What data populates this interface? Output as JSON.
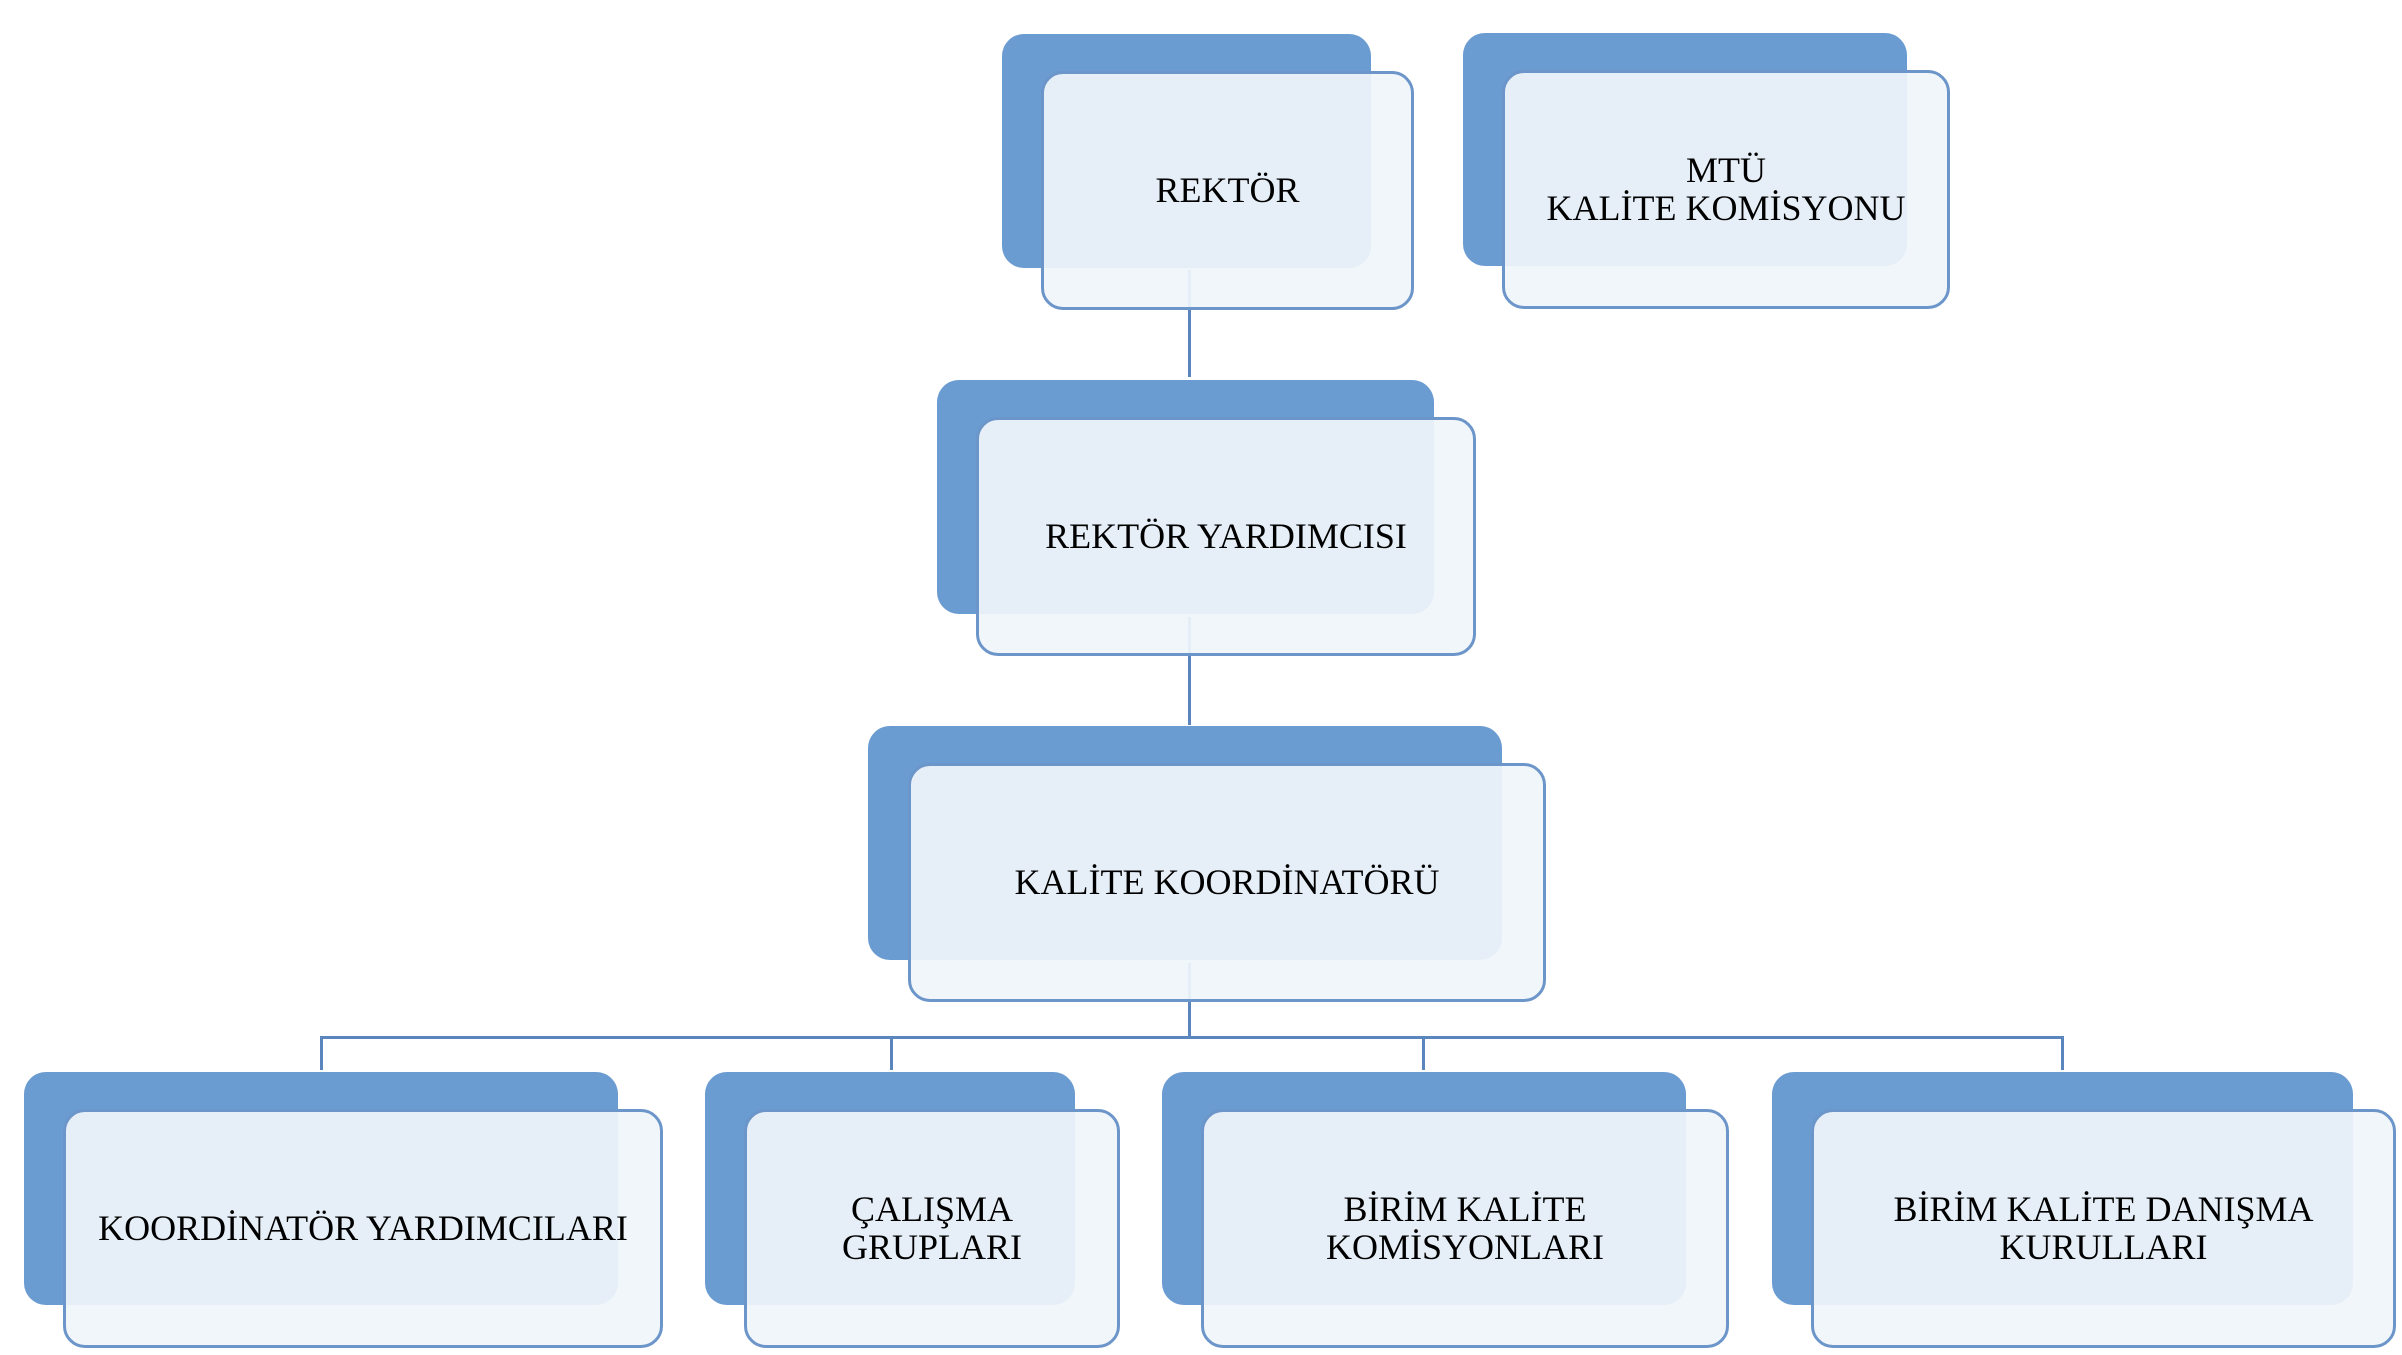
{
  "diagram": {
    "colors": {
      "back_panel": "#6a9bd1",
      "front_panel": "#f0f5fa",
      "front_border": "#6c95c9",
      "connector": "#5b86bd",
      "text": "#000000"
    },
    "nodes": {
      "rektor": {
        "label": "REKTÖR"
      },
      "kalite_komisyonu": {
        "label": "MTÜ\nKALİTE KOMİSYONU"
      },
      "rektor_yardimcisi": {
        "label": "REKTÖR YARDIMCISI"
      },
      "kalite_koordinatoru": {
        "label": "KALİTE KOORDİNATÖRÜ"
      },
      "koordinator_yardimcilari": {
        "label": "KOORDİNATÖR YARDIMCILARI"
      },
      "calisma_gruplari": {
        "label": "ÇALIŞMA\nGRUPLARI"
      },
      "birim_kalite_komisyonlari": {
        "label": "BİRİM KALİTE\nKOMİSYONLARI"
      },
      "birim_kalite_danisma_kurullari": {
        "label": "BİRİM KALİTE DANIŞMA\nKURULLARI"
      }
    },
    "edges": [
      {
        "from": "rektor",
        "to": "rektor_yardimcisi"
      },
      {
        "from": "rektor_yardimcisi",
        "to": "kalite_koordinatoru"
      },
      {
        "from": "kalite_koordinatoru",
        "to": "koordinator_yardimcilari"
      },
      {
        "from": "kalite_koordinatoru",
        "to": "calisma_gruplari"
      },
      {
        "from": "kalite_koordinatoru",
        "to": "birim_kalite_komisyonlari"
      },
      {
        "from": "kalite_koordinatoru",
        "to": "birim_kalite_danisma_kurullari"
      }
    ]
  }
}
